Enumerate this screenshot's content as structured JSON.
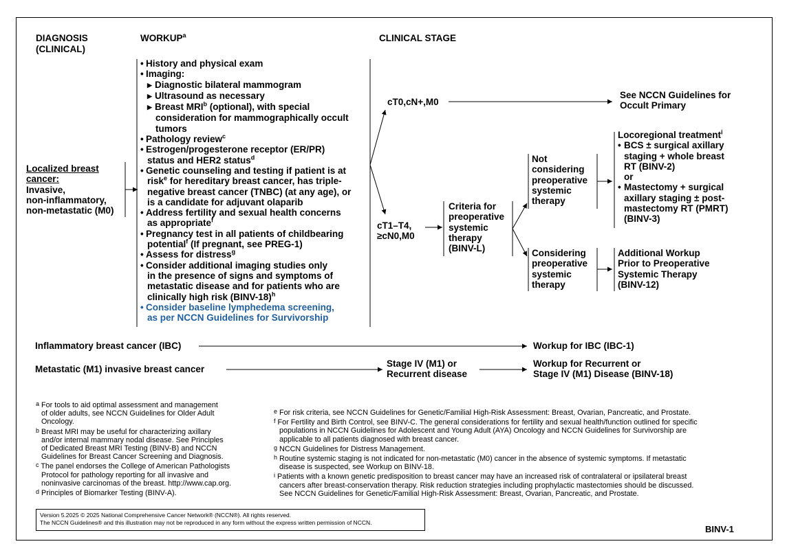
{
  "headers": {
    "diagnosis_line1": "DIAGNOSIS",
    "diagnosis_line2": "(CLINICAL)",
    "workup": "WORKUP",
    "workup_sup": "a",
    "clinical_stage": "CLINICAL STAGE"
  },
  "diagnosis": {
    "title_line1": "Localized breast",
    "title_line2": "cancer:",
    "line1": "Invasive,",
    "line2": "non-inflammatory,",
    "line3": "non-metastatic (M0)"
  },
  "workup": {
    "bullet": "•",
    "history": "History and physical exam",
    "imaging": "Imaging:",
    "imaging_sub1": "Diagnostic bilateral mammogram",
    "imaging_sub2": "Ultrasound as necessary",
    "imaging_sub3_a": "Breast MRI",
    "imaging_sub3_sup": "b",
    "imaging_sub3_b": " (optional), with special",
    "imaging_sub3_line2": "consideration for mammographically occult",
    "imaging_sub3_line3": "tumors",
    "pathology": "Pathology review",
    "pathology_sup": "c",
    "er_line1": "Estrogen/progesterone receptor (ER/PR)",
    "er_line2": "status and HER2 status",
    "er_sup": "d",
    "genetic_line1": "Genetic counseling and testing if patient is at",
    "genetic_line2_a": "risk",
    "genetic_line2_sup": "e",
    "genetic_line2_b": " for hereditary breast cancer, has triple-",
    "genetic_line3": "negative breast cancer (TNBC) (at any age), or",
    "genetic_line4": "is a candidate for adjuvant olaparib",
    "fertility_line1": "Address fertility and sexual health concerns",
    "fertility_line2": "as appropriate",
    "fertility_sup": "f",
    "pregnancy_line1": "Pregnancy test in all patients of childbearing",
    "pregnancy_line2_a": "potential",
    "pregnancy_line2_sup": "f",
    "pregnancy_line2_b": " (If pregnant, see PREG-1)",
    "distress": "Assess for distress",
    "distress_sup": "g",
    "imaging2_line1": "Consider additional imaging studies only",
    "imaging2_line2": "in the presence of signs and symptoms of",
    "imaging2_line3": "metastatic disease and for patients who are",
    "imaging2_line4": "clinically high risk (BINV-18)",
    "imaging2_sup": "h",
    "lymph_line1": "Consider baseline lymphedema screening,",
    "lymph_line2": "as per NCCN Guidelines for Survivorship"
  },
  "stages": {
    "ct0": "cT0,cN+,M0",
    "ct1_line1": "cT1–T4,",
    "ct1_line2": "≥cN0,M0"
  },
  "outcomes": {
    "occult_line1": "See NCCN Guidelines for",
    "occult_line2": "Occult Primary",
    "criteria_line1": "Criteria for",
    "criteria_line2": "preoperative",
    "criteria_line3": "systemic",
    "criteria_line4": "therapy",
    "criteria_line5": "(BINV-L)",
    "notcons_line1": "Not",
    "notcons_line2": "considering",
    "notcons_line3": "preoperative",
    "notcons_line4": "systemic",
    "notcons_line5": "therapy",
    "cons_line1": "Considering",
    "cons_line2": "preoperative",
    "cons_line3": "systemic",
    "cons_line4": "therapy",
    "loco_title": "Locoregional treatment",
    "loco_sup": "i",
    "bcs_line1": "BCS ± surgical axillary",
    "bcs_line2": "staging + whole breast",
    "bcs_line3": "RT (BINV-2)",
    "or": "or",
    "mast_line1": "Mastectomy + surgical",
    "mast_line2": "axillary staging ± post-",
    "mast_line3": "mastectomy RT (PMRT)",
    "mast_line4": "(BINV-3)",
    "add_line1": "Additional Workup",
    "add_line2": "Prior to Preoperative",
    "add_line3": "Systemic Therapy",
    "add_line4": "(BINV-12)"
  },
  "ibc": {
    "label": "Inflammatory breast cancer (IBC)",
    "target": "Workup for IBC (IBC-1)"
  },
  "metastatic": {
    "label": "Metastatic (M1) invasive breast cancer",
    "stage_line1": "Stage IV (M1) or",
    "stage_line2": "Recurrent disease",
    "target_line1": "Workup for Recurrent or",
    "target_line2": "Stage IV (M1) Disease (BINV-18)"
  },
  "footnotes_left": {
    "a_mark": "a",
    "a_line1": "For tools to aid optimal assessment and management",
    "a_line2": "of older adults, see NCCN Guidelines for Older Adult",
    "a_line3": "Oncology.",
    "b_mark": "b",
    "b_line1": "Breast MRI may be useful for characterizing axillary",
    "b_line2": "and/or internal mammary nodal disease. See Principles",
    "b_line3": "of Dedicated Breast MRI Testing (BINV-B) and NCCN",
    "b_line4": "Guidelines for Breast Cancer Screening and Diagnosis.",
    "c_mark": "c",
    "c_line1": "The panel endorses the College of American Pathologists",
    "c_line2": "Protocol for pathology reporting for all invasive and",
    "c_line3": "noninvasive carcinomas of the breast. http://www.cap.org.",
    "d_mark": "d",
    "d_line1": "Principles of Biomarker Testing (BINV-A)."
  },
  "footnotes_right": {
    "e_mark": "e",
    "e_line1": "For risk criteria, see NCCN Guidelines for Genetic/Familial High-Risk Assessment: Breast, Ovarian, Pancreatic, and Prostate.",
    "f_mark": "f",
    "f_line1": "For Fertility and Birth Control, see BINV-C. The general considerations for fertility and sexual health/function outlined for specific",
    "f_line2": "populations in NCCN Guidelines for Adolescent and Young Adult (AYA) Oncology and NCCN Guidelines for Survivorship are",
    "f_line3": "applicable to all patients diagnosed with breast cancer.",
    "g_mark": "g",
    "g_line1": "NCCN Guidelines for Distress Management.",
    "h_mark": "h",
    "h_line1": "Routine systemic staging is not indicated for non-metastatic (M0) cancer in the absence of systemic symptoms. If metastatic",
    "h_line2": "disease is suspected, see Workup on BINV-18.",
    "i_mark": "i",
    "i_line1": "Patients with a known genetic predisposition to breast cancer may have an increased risk of contralateral or ipsilateral breast",
    "i_line2": "cancers after breast-conservation therapy. Risk reduction strategies including prophylactic mastectomies should be discussed.",
    "i_line3": "See NCCN Guidelines for Genetic/Familial High-Risk Assessment: Breast, Ovarian, Pancreatic, and Prostate."
  },
  "copyright": {
    "line1": "Version 5.2025 © 2025 National Comprehensive Cancer Network® (NCCN®). All rights reserved.",
    "line2": "The NCCN Guidelines® and this illustration may not be reproduced in any form without the express written permission of NCCN."
  },
  "page_code": "BINV-1",
  "colors": {
    "link_blue": "#1f5f9e",
    "line": "#000000"
  }
}
